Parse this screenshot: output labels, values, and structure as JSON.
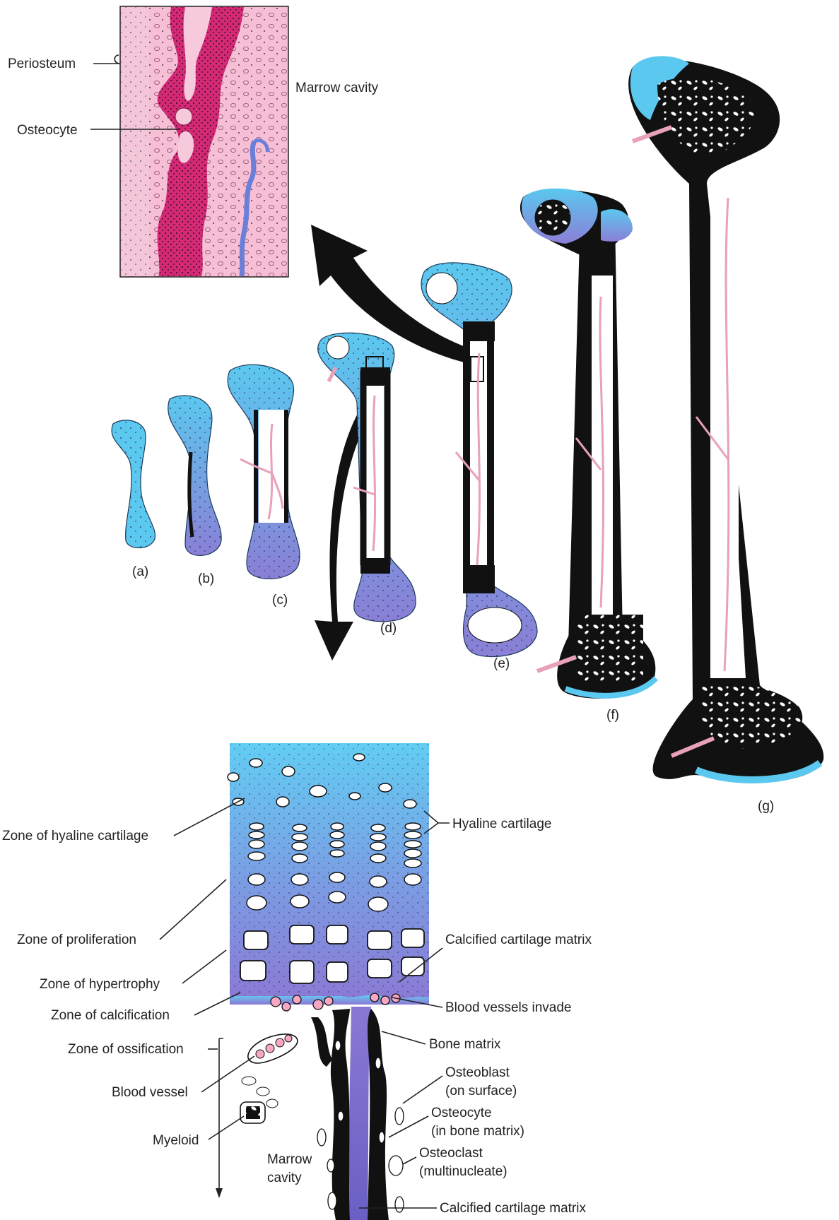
{
  "micrograph": {
    "labels": {
      "periosteum": "Periosteum",
      "osteocyte": "Osteocyte",
      "marrow_cavity": "Marrow cavity"
    }
  },
  "stages": [
    "(a)",
    "(b)",
    "(c)",
    "(d)",
    "(e)",
    "(f)",
    "(g)"
  ],
  "growth_plate": {
    "left_labels": {
      "zone_hyaline": "Zone of hyaline cartilage",
      "zone_proliferation": "Zone of proliferation",
      "zone_hypertrophy": "Zone of hypertrophy",
      "zone_calcification": "Zone of calcification",
      "zone_ossification": "Zone of ossification",
      "blood_vessel": "Blood vessel",
      "myeloid": "Myeloid",
      "marrow_line1": "Marrow",
      "marrow_line2": "cavity"
    },
    "right_labels": {
      "hyaline_cartilage": "Hyaline cartilage",
      "calcified_matrix": "Calcified cartilage matrix",
      "vessels_invade": "Blood vessels invade",
      "bone_matrix": "Bone matrix",
      "osteoblast_line1": "Osteoblast",
      "osteoblast_line2": "(on surface)",
      "osteocyte_line1": "Osteocyte",
      "osteocyte_line2": "(in bone matrix)",
      "osteoclast_line1": "Osteoclast",
      "osteoclast_line2": "(multinucleate)",
      "calcified_matrix_bottom": "Calcified cartilage matrix"
    }
  },
  "colors": {
    "cartilage_blue": "#5bc8ef",
    "cartilage_purple": "#8a7fd6",
    "bone_black": "#111111",
    "vessel_pink": "#f2b3c8",
    "tissue_pink": "#f5b8d2",
    "tissue_magenta": "#d3206e"
  }
}
